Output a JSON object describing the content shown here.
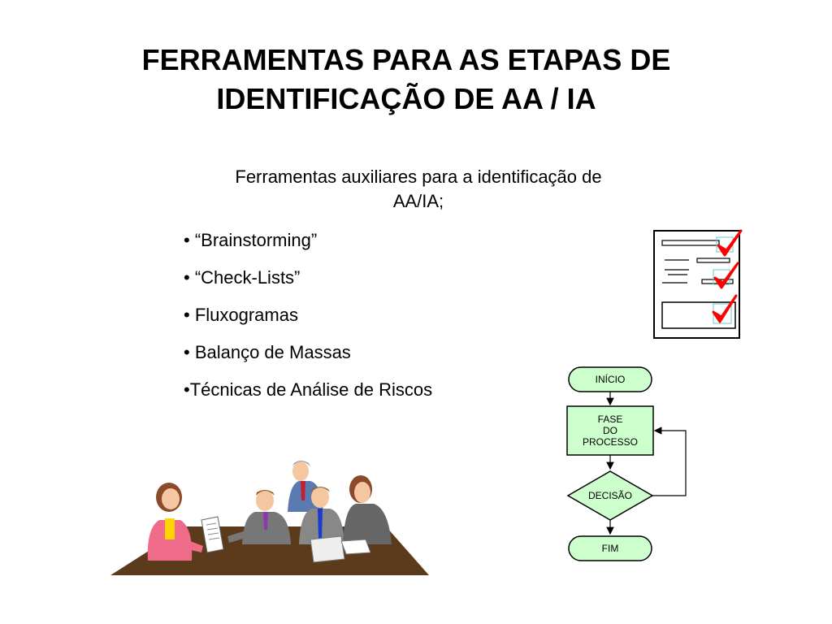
{
  "slide": {
    "title_lines": [
      "FERRAMENTAS PARA AS ETAPAS DE",
      "IDENTIFICAÇÃO DE AA / IA"
    ],
    "subtitle_lines": [
      "Ferramentas auxiliares para a identificação de",
      "AA/IA;"
    ],
    "bullets": [
      "• “Brainstorming”",
      "• “Check-Lists”",
      "• Fluxogramas",
      "• Balanço de Massas",
      "•Técnicas de Análise de Riscos"
    ]
  },
  "flowchart": {
    "start": "INÍCIO",
    "process_lines": [
      "FASE",
      "DO",
      "PROCESSO"
    ],
    "decision": "DECISÃO",
    "end": "FIM",
    "fill_color": "#ccffcc"
  },
  "colors": {
    "check_mark": "#ff0000",
    "table": "#5c3a1c"
  }
}
